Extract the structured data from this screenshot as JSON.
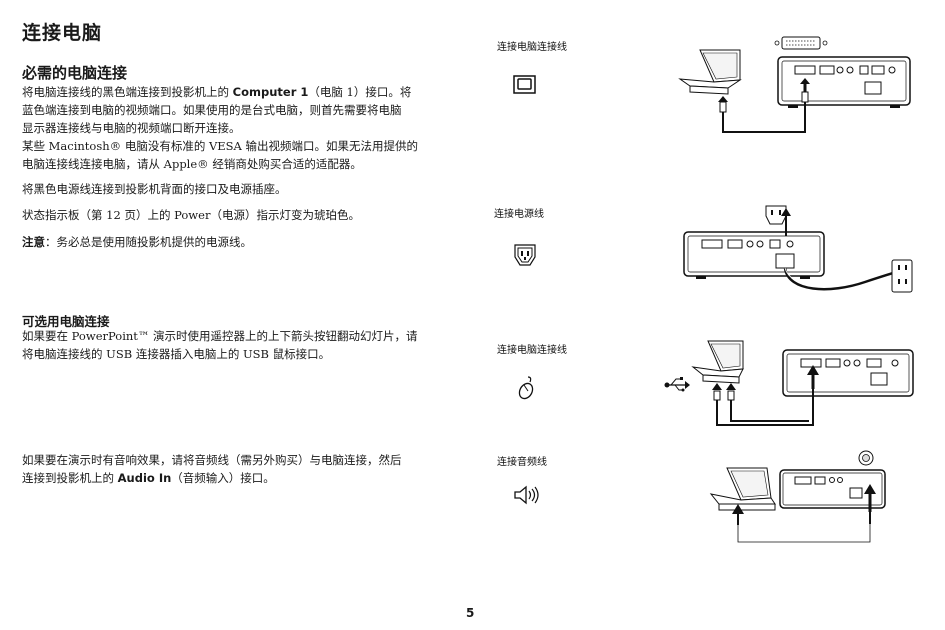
{
  "heading": "连接电脑",
  "section1": {
    "title": "必需的电脑连接",
    "p1_pre": "将电脑连接线的黑色端连接到投影机上的 ",
    "p1_bold": "Computer 1",
    "p1_post": "（电脑 1）接口。将\n蓝色端连接到电脑的视频端口。如果使用的是台式电脑，则首先需要将电脑\n显示器连接线与电脑的视频端口断开连接。",
    "p2": "某些 Macintosh® 电脑没有标准的 VESA 输出视频端口。如果无法用提供的\n电脑连接线连接电脑，请从 Apple® 经销商处购买合适的适配器。",
    "p3": "将黑色电源线连接到投影机背面的接口及电源插座。",
    "p4": "状态指示板（第 12 页）上的 Power（电源）指示灯变为琥珀色。",
    "note_label": "注意",
    "note_text": "：务必总是使用随投影机提供的电源线。"
  },
  "section2": {
    "title": "可选用电脑连接",
    "p1": "如果要在 PowerPoint™ 演示时使用遥控器上的上下箭头按钮翻动幻灯片，请\n将电脑连接线的 USB 连接器插入电脑上的 USB 鼠标接口。",
    "p2_pre": "如果要在演示时有音响效果，请将音频线（需另外购买）与电脑连接，然后\n连接到投影机上的 ",
    "p2_bold": "Audio In",
    "p2_post": "（音频输入）接口。"
  },
  "captions": {
    "computer_cable_1": "连接电脑连接线",
    "power_cable": "连接电源线",
    "computer_cable_2": "连接电脑连接线",
    "audio_cable": "连接音频线"
  },
  "icons": {
    "monitor": "monitor-icon",
    "power_plug": "power-plug-icon",
    "mouse": "mouse-icon",
    "speaker": "speaker-icon"
  },
  "page_number": "5"
}
